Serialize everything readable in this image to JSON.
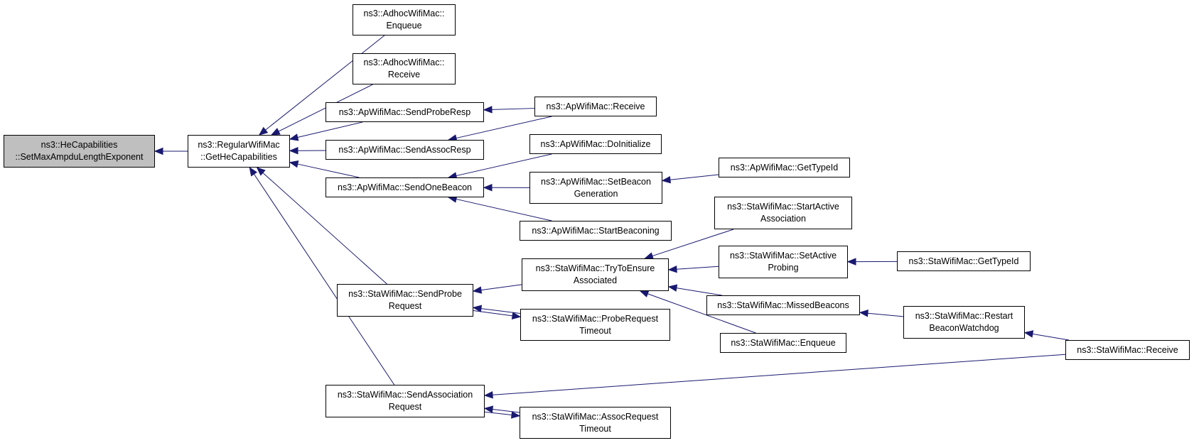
{
  "colors": {
    "edge": "#191970",
    "node_border": "#000000",
    "root_fill": "#bfbfbf",
    "node_fill": "#ffffff"
  },
  "nodes": {
    "root": {
      "lines": [
        "ns3::HeCapabilities",
        "::SetMaxAmpduLengthExponent"
      ]
    },
    "regular_get_he": {
      "lines": [
        "ns3::RegularWifiMac",
        "::GetHeCapabilities"
      ]
    },
    "adhoc_enqueue": {
      "lines": [
        "ns3::AdhocWifiMac::",
        "Enqueue"
      ]
    },
    "adhoc_receive": {
      "lines": [
        "ns3::AdhocWifiMac::",
        "Receive"
      ]
    },
    "ap_send_probe_resp": {
      "lines": [
        "ns3::ApWifiMac::SendProbeResp"
      ]
    },
    "ap_send_assoc_resp": {
      "lines": [
        "ns3::ApWifiMac::SendAssocResp"
      ]
    },
    "ap_send_one_beacon": {
      "lines": [
        "ns3::ApWifiMac::SendOneBeacon"
      ]
    },
    "ap_receive": {
      "lines": [
        "ns3::ApWifiMac::Receive"
      ]
    },
    "ap_do_initialize": {
      "lines": [
        "ns3::ApWifiMac::DoInitialize"
      ]
    },
    "ap_set_beacon_gen": {
      "lines": [
        "ns3::ApWifiMac::SetBeacon",
        "Generation"
      ]
    },
    "ap_start_beaconing": {
      "lines": [
        "ns3::ApWifiMac::StartBeaconing"
      ]
    },
    "ap_get_type_id": {
      "lines": [
        "ns3::ApWifiMac::GetTypeId"
      ]
    },
    "sta_send_probe_req": {
      "lines": [
        "ns3::StaWifiMac::SendProbe",
        "Request"
      ]
    },
    "sta_try_to_ensure": {
      "lines": [
        "ns3::StaWifiMac::TryToEnsure",
        "Associated"
      ]
    },
    "sta_probe_req_timeout": {
      "lines": [
        "ns3::StaWifiMac::ProbeRequest",
        "Timeout"
      ]
    },
    "sta_start_active_assoc": {
      "lines": [
        "ns3::StaWifiMac::StartActive",
        "Association"
      ]
    },
    "sta_set_active_probing": {
      "lines": [
        "ns3::StaWifiMac::SetActive",
        "Probing"
      ]
    },
    "sta_missed_beacons": {
      "lines": [
        "ns3::StaWifiMac::MissedBeacons"
      ]
    },
    "sta_enqueue": {
      "lines": [
        "ns3::StaWifiMac::Enqueue"
      ]
    },
    "sta_get_type_id": {
      "lines": [
        "ns3::StaWifiMac::GetTypeId"
      ]
    },
    "sta_restart_watchdog": {
      "lines": [
        "ns3::StaWifiMac::Restart",
        "BeaconWatchdog"
      ]
    },
    "sta_receive": {
      "lines": [
        "ns3::StaWifiMac::Receive"
      ]
    },
    "sta_send_assoc_req": {
      "lines": [
        "ns3::StaWifiMac::SendAssociation",
        "Request"
      ]
    },
    "sta_assoc_req_timeout": {
      "lines": [
        "ns3::StaWifiMac::AssocRequest",
        "Timeout"
      ]
    }
  },
  "edges": [
    {
      "from": "regular_get_he",
      "to": "root"
    },
    {
      "from": "adhoc_enqueue",
      "to": "regular_get_he"
    },
    {
      "from": "adhoc_receive",
      "to": "regular_get_he"
    },
    {
      "from": "ap_send_probe_resp",
      "to": "regular_get_he"
    },
    {
      "from": "ap_send_assoc_resp",
      "to": "regular_get_he"
    },
    {
      "from": "ap_send_one_beacon",
      "to": "regular_get_he"
    },
    {
      "from": "sta_send_probe_req",
      "to": "regular_get_he"
    },
    {
      "from": "sta_send_assoc_req",
      "to": "regular_get_he"
    },
    {
      "from": "ap_receive",
      "to": "ap_send_probe_resp"
    },
    {
      "from": "ap_receive",
      "to": "ap_send_assoc_resp"
    },
    {
      "from": "ap_do_initialize",
      "to": "ap_send_one_beacon"
    },
    {
      "from": "ap_set_beacon_gen",
      "to": "ap_send_one_beacon"
    },
    {
      "from": "ap_start_beaconing",
      "to": "ap_send_one_beacon"
    },
    {
      "from": "ap_get_type_id",
      "to": "ap_set_beacon_gen"
    },
    {
      "from": "sta_try_to_ensure",
      "to": "sta_send_probe_req"
    },
    {
      "from": "sta_probe_req_timeout",
      "to": "sta_send_probe_req"
    },
    {
      "from": "sta_send_probe_req",
      "to": "sta_probe_req_timeout"
    },
    {
      "from": "sta_start_active_assoc",
      "to": "sta_try_to_ensure"
    },
    {
      "from": "sta_set_active_probing",
      "to": "sta_try_to_ensure"
    },
    {
      "from": "sta_missed_beacons",
      "to": "sta_try_to_ensure"
    },
    {
      "from": "sta_enqueue",
      "to": "sta_try_to_ensure"
    },
    {
      "from": "sta_get_type_id",
      "to": "sta_set_active_probing"
    },
    {
      "from": "sta_restart_watchdog",
      "to": "sta_missed_beacons"
    },
    {
      "from": "sta_receive",
      "to": "sta_restart_watchdog"
    },
    {
      "from": "sta_receive",
      "to": "sta_send_assoc_req"
    },
    {
      "from": "sta_assoc_req_timeout",
      "to": "sta_send_assoc_req"
    },
    {
      "from": "sta_send_assoc_req",
      "to": "sta_assoc_req_timeout"
    }
  ]
}
